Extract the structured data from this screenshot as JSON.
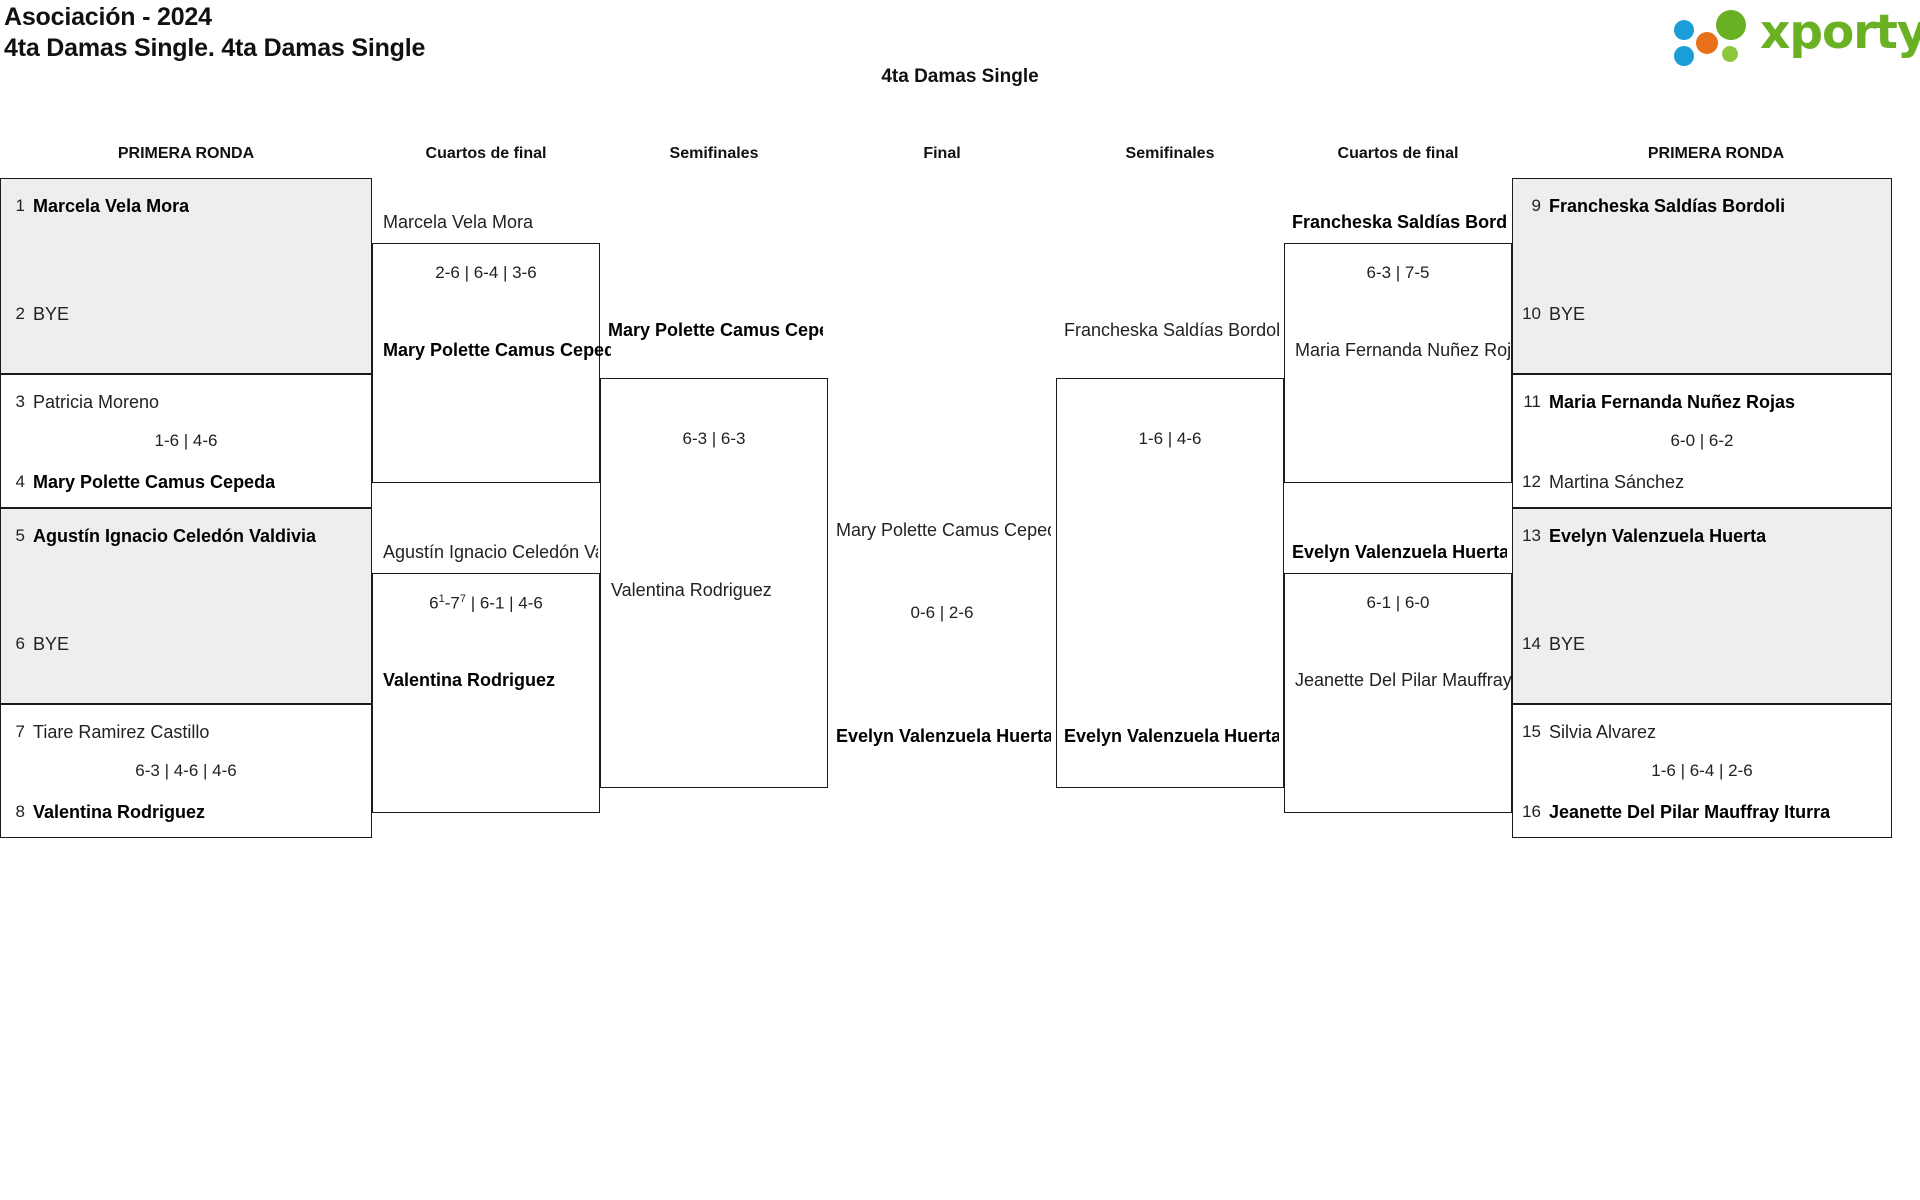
{
  "header": {
    "title": "Asociación - 2024",
    "subtitle": "4ta Damas Single. 4ta Damas Single",
    "logo_text": "xporty",
    "logo_colors": {
      "green": "#6ab023",
      "blue": "#1b9dd9",
      "orange": "#e8701a"
    }
  },
  "bracket_title": "4ta Damas Single",
  "round_labels": {
    "left_r1": "PRIMERA RONDA",
    "left_qf": "Cuartos de final",
    "left_sf": "Semifinales",
    "final": "Final",
    "right_sf": "Semifinales",
    "right_qf": "Cuartos de final",
    "right_r1": "PRIMERA RONDA"
  },
  "bye_label": "BYE",
  "left": {
    "round1": [
      {
        "seeds": [
          "1",
          "2"
        ],
        "players": [
          "Marcela Vela Mora",
          "BYE"
        ],
        "winner": 0,
        "score": "",
        "shaded": true
      },
      {
        "seeds": [
          "3",
          "4"
        ],
        "players": [
          "Patricia Moreno",
          "Mary Polette Camus Cepeda"
        ],
        "winner": 1,
        "score": "1-6 | 4-6",
        "shaded": false
      },
      {
        "seeds": [
          "5",
          "6"
        ],
        "players": [
          "Agustín Ignacio Celedón Valdivia",
          "BYE"
        ],
        "winner": 0,
        "score": "",
        "shaded": true
      },
      {
        "seeds": [
          "7",
          "8"
        ],
        "players": [
          "Tiare Ramirez Castillo",
          "Valentina Rodriguez"
        ],
        "winner": 1,
        "score": "6-3 | 4-6 | 4-6",
        "shaded": false
      }
    ],
    "quarters": [
      {
        "players": [
          "Marcela Vela Mora",
          "Mary Polette Camus Cepeda"
        ],
        "winner": 1,
        "score": "2-6 | 6-4 | 3-6"
      },
      {
        "players": [
          "Agustín Ignacio Celedón Valdivia",
          "Valentina Rodriguez"
        ],
        "winner": 1,
        "score": "6<sup>1</sup>-7<sup>7</sup> | 6-1 | 4-6"
      }
    ],
    "semis": [
      {
        "players": [
          "Mary Polette Camus Cepeda",
          "Valentina Rodriguez"
        ],
        "winner": 0,
        "score": "6-3 | 6-3"
      }
    ]
  },
  "final": {
    "players": [
      "Mary Polette Camus Cepeda",
      "Evelyn Valenzuela Huerta"
    ],
    "winner": 1,
    "score": "0-6 | 2-6"
  },
  "right": {
    "round1": [
      {
        "seeds": [
          "9",
          "10"
        ],
        "players": [
          "Francheska Saldías Bordoli",
          "BYE"
        ],
        "winner": 0,
        "score": "",
        "shaded": true
      },
      {
        "seeds": [
          "11",
          "12"
        ],
        "players": [
          "Maria Fernanda Nuñez Rojas",
          "Martina Sánchez"
        ],
        "winner": 0,
        "score": "6-0 | 6-2",
        "shaded": false
      },
      {
        "seeds": [
          "13",
          "14"
        ],
        "players": [
          "Evelyn Valenzuela Huerta",
          "BYE"
        ],
        "winner": 0,
        "score": "",
        "shaded": true
      },
      {
        "seeds": [
          "15",
          "16"
        ],
        "players": [
          "Silvia Alvarez",
          "Jeanette Del Pilar Mauffray Iturra"
        ],
        "winner": 1,
        "score": "1-6 | 6-4 | 2-6",
        "shaded": false
      }
    ],
    "quarters": [
      {
        "players": [
          "Francheska Saldías Bordoli",
          "Maria Fernanda Nuñez Rojas"
        ],
        "winner": 0,
        "score": "6-3 | 7-5"
      },
      {
        "players": [
          "Evelyn Valenzuela Huerta",
          "Jeanette Del Pilar Mauffray Iturra"
        ],
        "winner": 0,
        "score": "6-1 | 6-0"
      }
    ],
    "semis": [
      {
        "players": [
          "Francheska Saldías Bordoli",
          "Evelyn Valenzuela Huerta"
        ],
        "winner": 1,
        "score": "1-6 | 4-6"
      }
    ]
  }
}
